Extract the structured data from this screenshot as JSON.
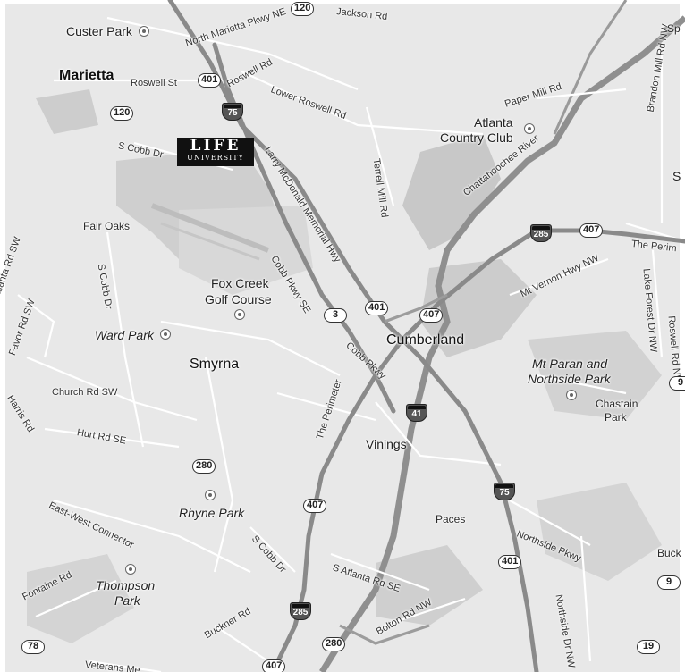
{
  "places": {
    "custer_park": "Custer Park",
    "marietta": "Marietta",
    "atlanta_cc_1": "Atlanta",
    "atlanta_cc_2": "Country Club",
    "fair_oaks": "Fair Oaks",
    "fox_creek_1": "Fox Creek",
    "fox_creek_2": "Golf Course",
    "ward_park": "Ward Park",
    "smyrna": "Smyrna",
    "cumberland": "Cumberland",
    "mt_paran_1": "Mt Paran and",
    "mt_paran_2": "Northside Park",
    "chastain_1": "Chastain",
    "chastain_2": "Park",
    "vinings": "Vinings",
    "rhyne_park": "Rhyne Park",
    "paces": "Paces",
    "thompson_1": "Thompson",
    "thompson_2": "Park",
    "buck": "Buck"
  },
  "roads": {
    "north_marietta": "North Marietta Pkwy NE",
    "roswell_st": "Roswell St",
    "roswell_rd_a": "Roswell Rd",
    "lower_roswell": "Lower Roswell Rd",
    "paper_mill": "Paper Mill Rd",
    "brandon_mill": "Brandon Mill Rd NW",
    "s_cobb_dr_top": "S Cobb Dr",
    "larry_mcdonald": "Larry McDonald Memorial Hwy",
    "terrell_mill": "Terrell Mill Rd",
    "chattahoochee": "Chattahoochee River",
    "the_perimeter_e": "The Perim",
    "s_cobb_dr_mid": "S Cobb Dr",
    "cobb_pkwy_se": "Cobb Pkwy SE",
    "mt_vernon": "Mt Vernon Hwy NW",
    "lake_forest": "Lake Forest Dr NW",
    "roswell_rd_b": "Roswell Rd NW",
    "atlanta_rd_sw": "Atlanta Rd SW",
    "favor_rd": "Favor Rd SW",
    "cobb_pkwy": "Cobb Pkwy",
    "church_rd": "Church Rd SW",
    "harris_rd": "Harris Rd",
    "hurt_rd": "Hurt Rd SE",
    "the_perimeter": "The Perimeter",
    "east_west": "East-West Connector",
    "s_cobb_dr_low": "S Cobb Dr",
    "northside_pkwy": "Northside Pkwy",
    "northside_dr": "Northside Dr NW",
    "s_atlanta_rd": "S Atlanta Rd SE",
    "fontaine": "Fontaine Rd",
    "buckner": "Buckner Rd",
    "bolton": "Bolton Rd NW",
    "veterans": "Veterans Me",
    "jackson_rd": "Jackson Rd",
    "spr": "Sp",
    "s_edge": "S"
  },
  "shields": {
    "r120_top": "120",
    "r401_a": "401",
    "r120_b": "120",
    "r401_b": "401",
    "r407_b": "407",
    "r3": "3",
    "r407_c": "407",
    "r280_a": "280",
    "r407_d": "407",
    "r401_c": "401",
    "r9_a": "9",
    "r9_b": "9",
    "r78": "78",
    "r280_b": "280",
    "r407_e": "407",
    "r19": "19"
  },
  "interstates": {
    "i75_a": "75",
    "i285_a": "285",
    "i41": "41",
    "i75_b": "75",
    "i285_b": "285"
  },
  "logo": {
    "line1": "LIFE",
    "line2": "UNIVERSITY"
  }
}
